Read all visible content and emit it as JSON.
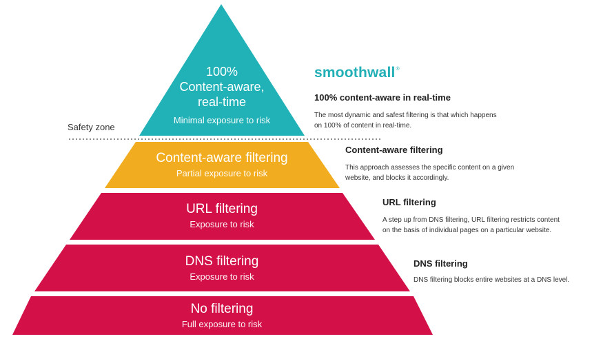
{
  "brand": {
    "name": "smoothwall",
    "mark": "®"
  },
  "safety_zone_label": "Safety zone",
  "colors": {
    "teal": "#21b2b8",
    "amber": "#f2ac1f",
    "crimson": "#d31148",
    "divider": "#666666"
  },
  "tiers": [
    {
      "title": "100%\nContent-aware,\nreal-time",
      "subtitle": "Minimal exposure to risk",
      "color": "#21b2b8"
    },
    {
      "title": "Content-aware filtering",
      "subtitle": "Partial exposure to risk",
      "color": "#f2ac1f"
    },
    {
      "title": "URL filtering",
      "subtitle": "Exposure to risk",
      "color": "#d31148"
    },
    {
      "title": "DNS filtering",
      "subtitle": "Exposure to risk",
      "color": "#d31148"
    },
    {
      "title": "No filtering",
      "subtitle": "Full exposure to risk",
      "color": "#d31148"
    }
  ],
  "descriptions": [
    {
      "heading": "100% content-aware in real-time",
      "body": "The most dynamic and safest filtering is that which happens\non 100% of content in real-time."
    },
    {
      "heading": "Content-aware filtering",
      "body": "This approach assesses the specific content on a given\nwebsite, and blocks it accordingly."
    },
    {
      "heading": "URL filtering",
      "body": "A step up from DNS filtering, URL filtering restricts content\non the basis of individual pages on a particular website."
    },
    {
      "heading": "DNS filtering",
      "body": "DNS filtering blocks entire websites at a DNS level."
    }
  ]
}
